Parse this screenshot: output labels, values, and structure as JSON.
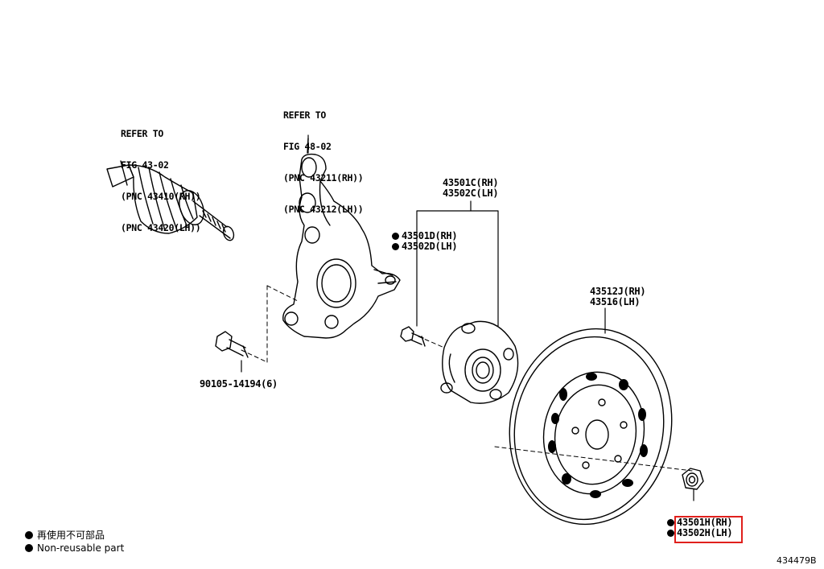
{
  "callouts": {
    "driveshaft_ref": [
      "REFER TO",
      "FIG 43-02",
      "(PNC 43410(RH))",
      "(PNC 43420(LH))"
    ],
    "knuckle_ref": [
      "REFER TO",
      "FIG 48-02",
      "(PNC 43211(RH))",
      "(PNC 43212(LH))"
    ]
  },
  "parts": {
    "hub_assy_rh": "43501C(RH)",
    "hub_assy_lh": "43502C(LH)",
    "hub_bolt_rh": "43501D(RH)",
    "hub_bolt_lh": "43502D(LH)",
    "rotor_rh": "43512J(RH)",
    "rotor_lh": "43516(LH)",
    "bolt": "90105-14194(6)",
    "nut_rh": "43501H(RH)",
    "nut_lh": "43502H(LH)"
  },
  "legend": {
    "chinese": "再使用不可部品",
    "english": "Non-reusable part"
  },
  "illustration_code": "434479B",
  "colors": {
    "highlight": "#e0201c"
  }
}
